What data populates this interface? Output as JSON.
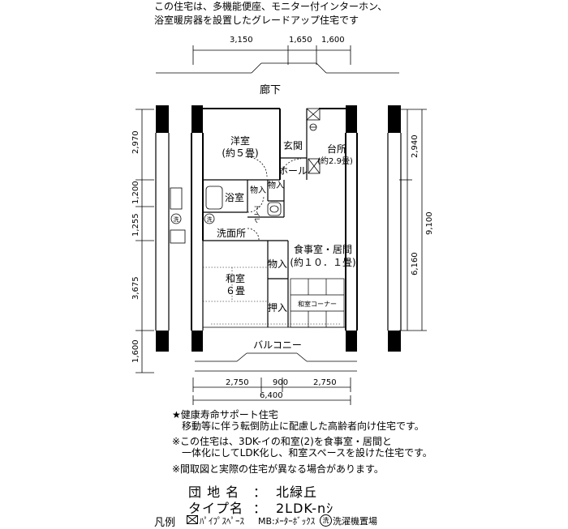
{
  "intro": [
    "この住宅は、多機能便座、モニター付インターホン、",
    "浴室暖房器を設置したグレードアップ住宅です"
  ],
  "dims": {
    "top": [
      "3,150",
      "1,650",
      "1,600"
    ],
    "left": [
      "2,970",
      "1,200",
      "1,255",
      "3,675",
      "1,600"
    ],
    "right": [
      "2,940",
      "9,100",
      "6,160"
    ],
    "bottom": [
      "2,750",
      "900",
      "2,750"
    ],
    "bottom_total": "6,400"
  },
  "rooms": {
    "corridor": "廊下",
    "western_room": "洋室",
    "western_size": "(約５畳)",
    "entrance": "玄関",
    "hall": "ホール",
    "kitchen": "台所",
    "kitchen_size": "(約2.9畳)",
    "storage": "物入",
    "bathroom": "浴室",
    "toilet": "トイレ",
    "washroom": "洗面所",
    "washer": "洗",
    "dining_living": "食事室・居間",
    "dining_living_size": "(約１０．１畳)",
    "japanese_room": "和室",
    "japanese_size": "６畳",
    "oshiire": "押入",
    "japanese_corner": "和室コーナー",
    "balcony": "バルコニー"
  },
  "notes": {
    "n1": "★健康寿命サポート住宅",
    "n2": "　移動等に伴う転倒防止に配慮した高齢者向け住宅です。",
    "n3": "※この住宅は、3DK-イの和室(2)を食事室・居間と",
    "n4": "　一体化にしてLDK化し、和室スペースを設けた住宅です。",
    "n5": "※間取図と実際の住宅が異なる場合があります。"
  },
  "info": {
    "estate_label": "団 地 名",
    "estate_colon": "：",
    "estate_value": "北緑丘",
    "type_label": "タイプ名",
    "type_colon": "：",
    "type_value": "2LDK-nｼ"
  },
  "legend": {
    "title": "凡例",
    "pipe_space": "ﾊﾟｲﾌﾟｽﾍﾟｰｽ",
    "mb": "MB:ﾒｰﾀｰﾎﾞｯｸｽ",
    "washer_icon": "洗",
    "washer_area": "洗濯機置場"
  }
}
